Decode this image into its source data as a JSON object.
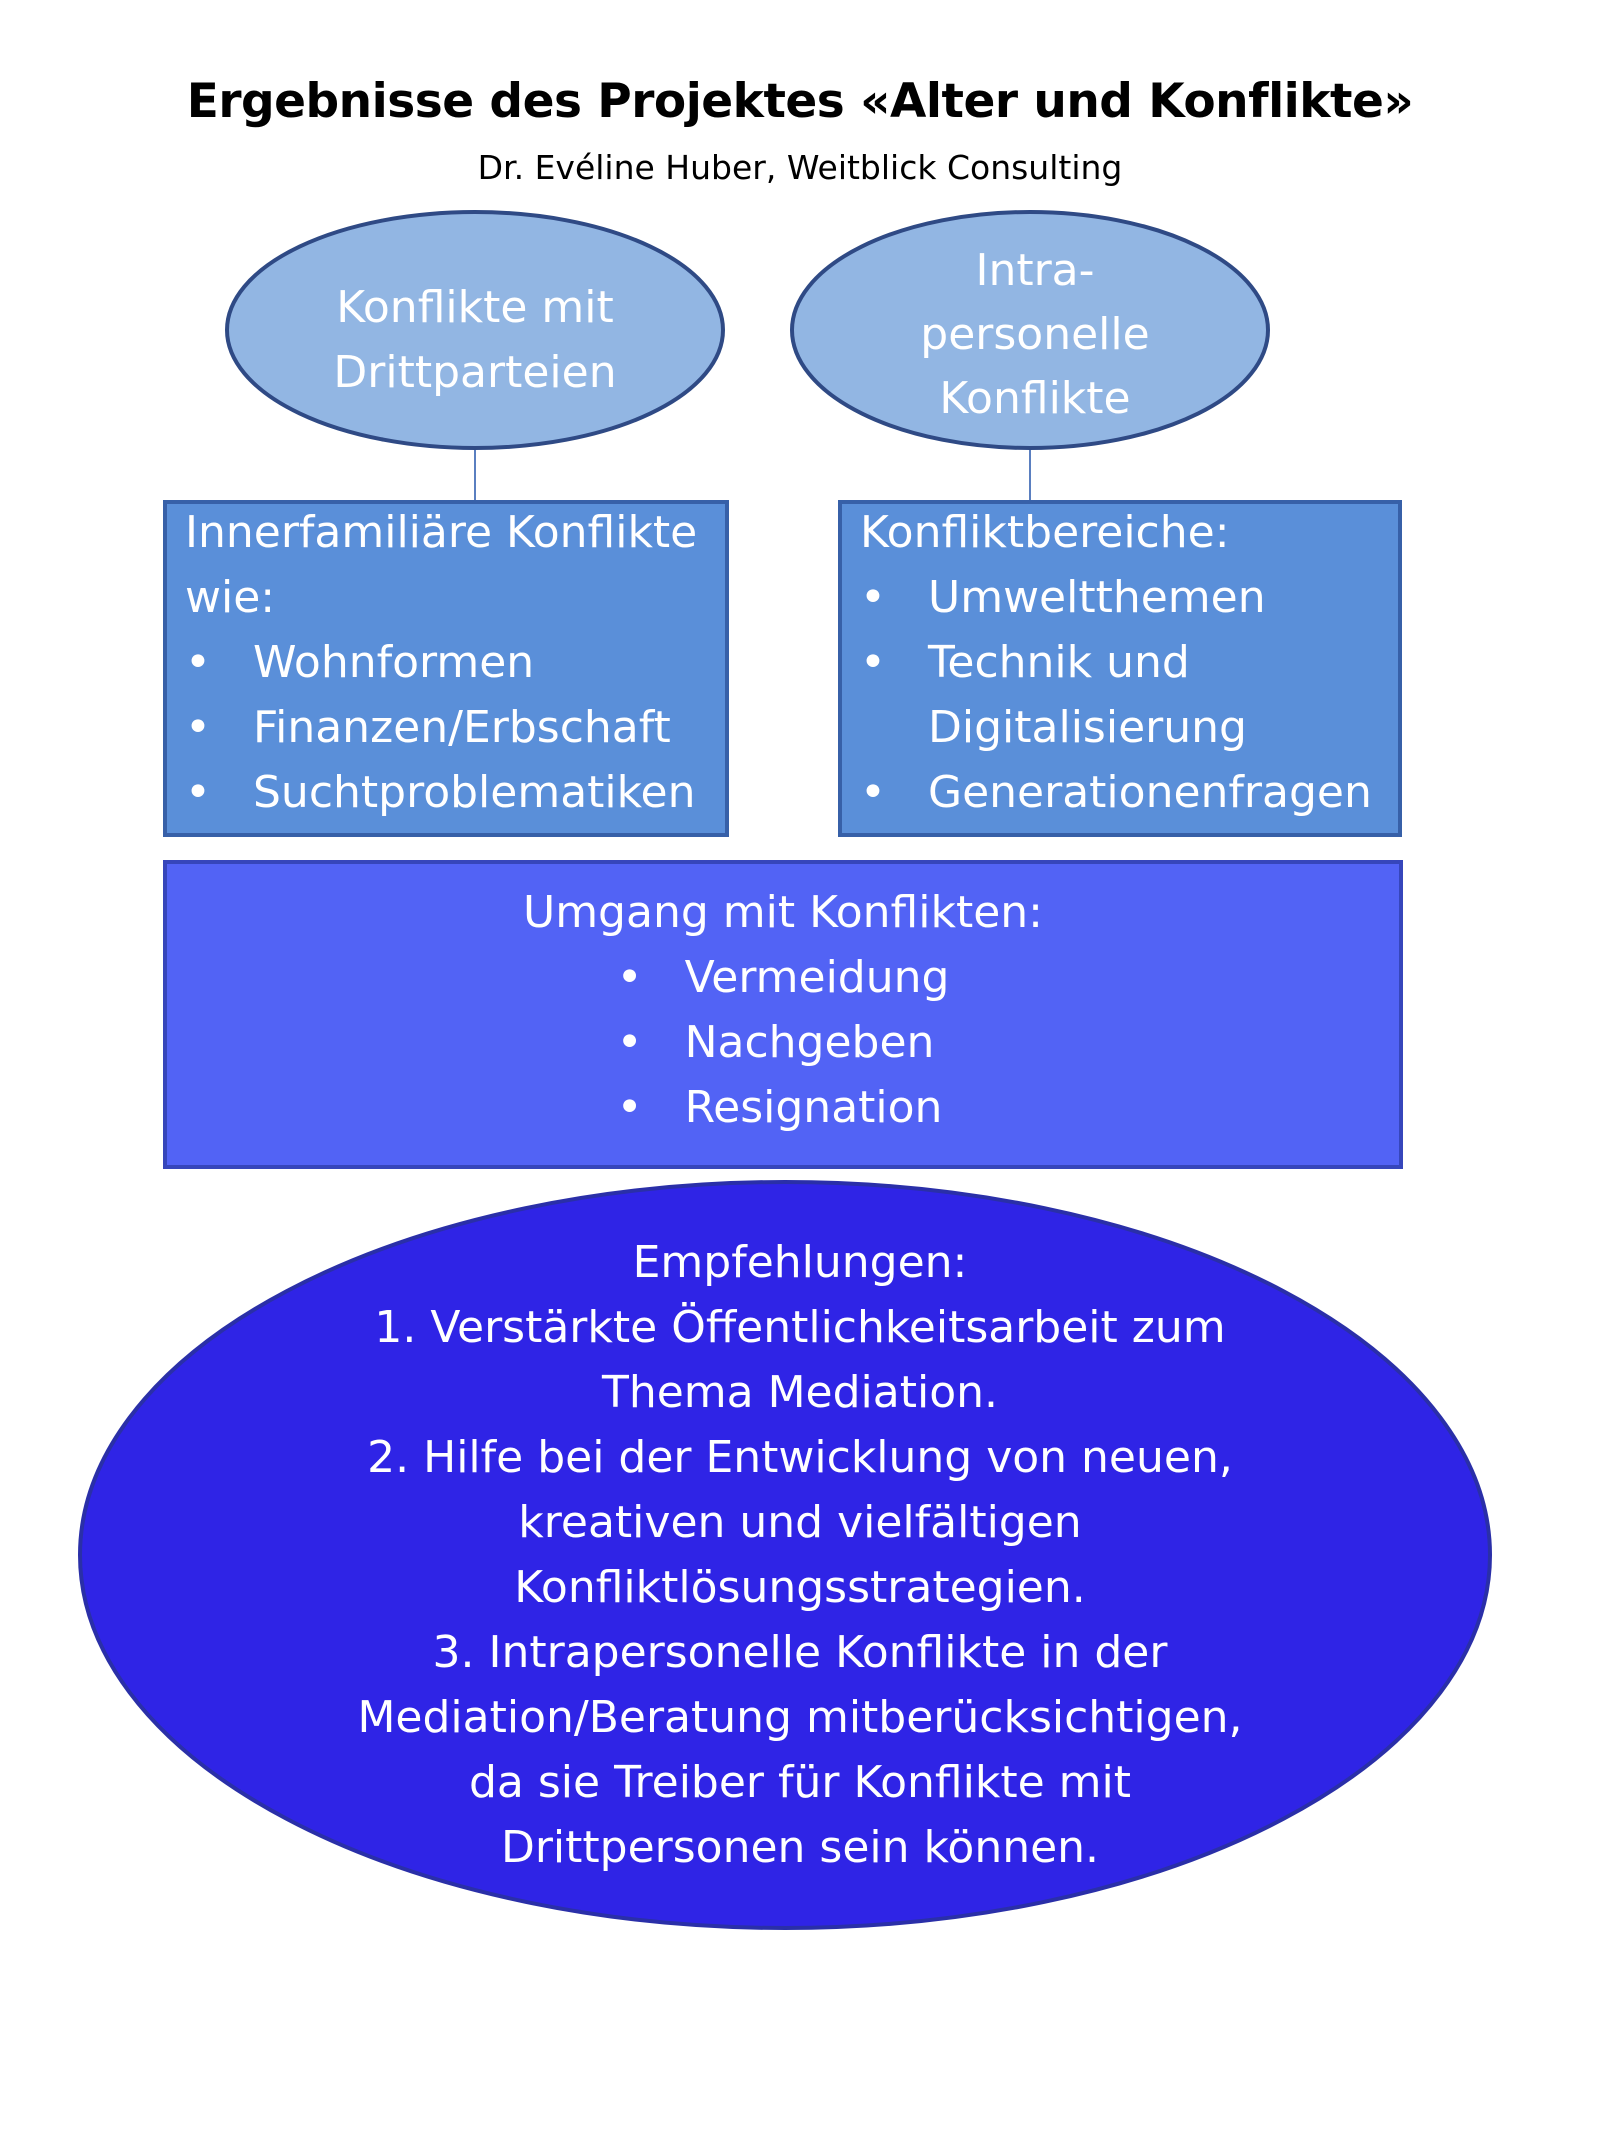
{
  "header": {
    "title": "Ergebnisse des Projektes «Alter und Konflikte»",
    "subtitle": "Dr. Evéline Huber, Weitblick Consulting"
  },
  "oval_third_parties": {
    "lines": [
      "Konflikte mit",
      "Drittparteien"
    ]
  },
  "oval_intrapersonal": {
    "lines": [
      "Intra-",
      "personelle",
      "Konflikte"
    ]
  },
  "box_family": {
    "heading_lines": [
      "Innerfamiliäre Konflikte",
      "wie:"
    ],
    "items": [
      "Wohnformen",
      "Finanzen/Erbschaft",
      "Suchtproblematiken"
    ]
  },
  "box_areas": {
    "heading": "Konfliktbereiche:",
    "items": [
      "Umweltthemen",
      "Technik und",
      "Generationenfragen"
    ],
    "item_continuation": "Digitalisierung"
  },
  "box_handling": {
    "heading": "Umgang mit Konflikten:",
    "items": [
      "Vermeidung",
      "Nachgeben",
      "Resignation"
    ]
  },
  "oval_recommendations": {
    "lines": [
      "Empfehlungen:",
      "1. Verstärkte Öffentlichkeitsarbeit zum",
      "Thema Mediation.",
      "2. Hilfe bei der Entwicklung von neuen,",
      "kreativen und vielfältigen",
      "Konfliktlösungsstrategien.",
      "3. Intrapersonelle Konflikte in der",
      "Mediation/Beratung mitberücksichtigen,",
      "da sie Treiber für Konflikte mit",
      "Drittpersonen sein können."
    ]
  },
  "colors": {
    "oval_light_fill": "#92b6e3",
    "oval_light_stroke": "#2f4a85",
    "box_mid_fill": "#5a8fd9",
    "box_mid_stroke": "#3760a8",
    "box_handling_fill": "#5263f5",
    "box_handling_stroke": "#3646bb",
    "oval_dark_fill": "#2f24e6",
    "oval_dark_stroke": "#2a2fa8",
    "connector": "#5a7fc0"
  }
}
